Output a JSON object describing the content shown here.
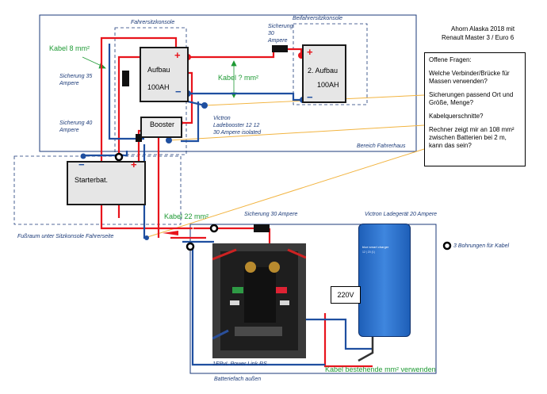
{
  "header": {
    "line1": "Ahorn Alaska 2018 mit",
    "line2": "Renault Master 3 / Euro 6"
  },
  "areas": {
    "fahrersitz": "Fahrersitzkonsole",
    "beifahrersitz": "Beifahrersitzkonsole",
    "fahrerhaus": "Bereich Fahrerhaus",
    "fussraum": "Fußraum unter Sitzkonsole Fahrerseite",
    "batteriefach": "Batteriefach außen"
  },
  "batteries": {
    "aufbau1_name": "Aufbau",
    "aufbau1_cap": "100AH",
    "aufbau2_name": "2. Aufbau",
    "aufbau2_cap": "100AH",
    "starter": "Starterbat."
  },
  "booster": {
    "name": "Booster",
    "desc1": "Victron",
    "desc2": "Ladebooster 12 12",
    "desc3": "30 Ampere isolated"
  },
  "fuses": {
    "f30_top_l1": "Sicherung",
    "f30_top_l2": "30",
    "f30_top_l3": "Ampere",
    "f35_l1": "Sicherung 35",
    "f35_l2": "Ampere",
    "f40_l1": "Sicherung 40",
    "f40_l2": "Ampere",
    "f30_bottom": "Sicherung 30 Ampere"
  },
  "cables": {
    "kabel8": "Kabel 8 mm²",
    "kabelq": "Kabel ? mm²",
    "kabel22": "Kabel 22 mm²",
    "bestehende": "Kabel bestehende mm² verwenden"
  },
  "charger": {
    "label": "Victron Ladegerät 20 Ampere",
    "brand": "blue smart charger",
    "model": "12 | 20 (1)"
  },
  "voltage": "220V",
  "holes": "3 Bohrungen für Kabel",
  "powerlink": "1EPvL Power Link RS",
  "questions": {
    "title": "Offene Fragen:",
    "q1": "Welche Verbinder/Brücke für Massen verwenden?",
    "q2": "Sicherungen passend Ort und Größe, Menge?",
    "q3": "Kabelquerschnitte?",
    "q4": "Rechner zeigt mir an 108 mm² zwischen Batterien bei 2 m, kann das sein?"
  },
  "plus": "+",
  "minus": "−",
  "colors": {
    "plus_wire": "#e8141c",
    "minus_wire": "#1f4fa0",
    "dashed": "#1b3a78",
    "note_line": "#f2b440"
  }
}
